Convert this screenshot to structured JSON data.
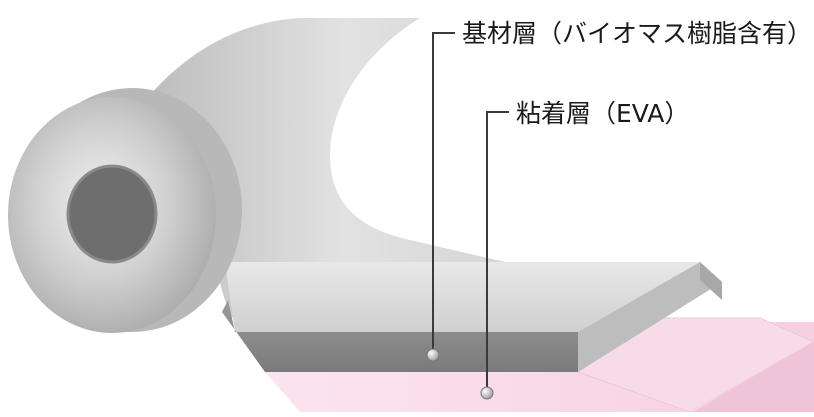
{
  "callouts": [
    {
      "label": "基材層（バイオマス樹脂含有）",
      "layer": "substrate"
    },
    {
      "label": "粘着層（EVA）",
      "layer": "adhesive"
    }
  ],
  "colors": {
    "substrate_top": "#dcdcdc",
    "substrate_edge": "#8e8e8e",
    "adhesive": "#f6d3e4",
    "adhesive_edge": "#efbdd6",
    "leader": "#3a3a3a",
    "text": "#1a1a1a"
  }
}
